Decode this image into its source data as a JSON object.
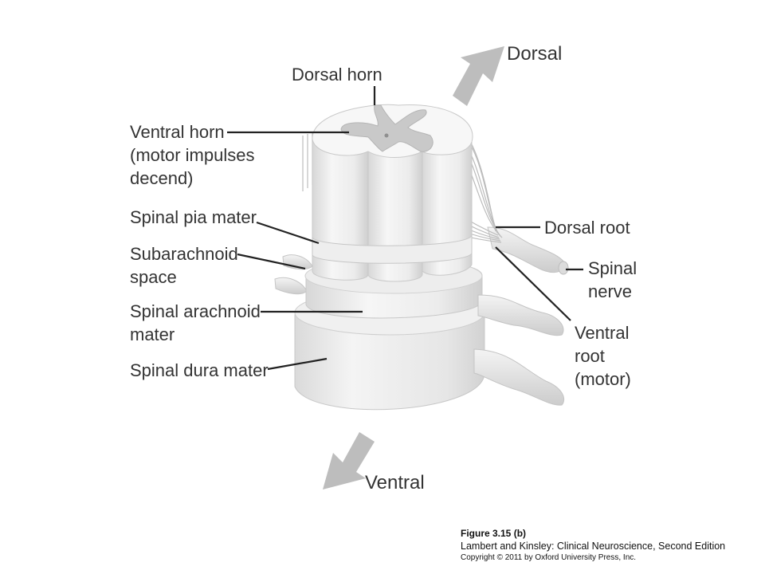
{
  "figure": {
    "labels": {
      "dorsal_direction": "Dorsal",
      "ventral_direction": "Ventral",
      "dorsal_horn": "Dorsal horn",
      "ventral_horn": [
        "Ventral horn",
        "(motor impulses",
        "decend)"
      ],
      "spinal_pia_mater": "Spinal pia mater",
      "subarachnoid_space": [
        "Subarachnoid",
        "space"
      ],
      "spinal_arachnoid_mater": [
        "Spinal arachnoid",
        "mater"
      ],
      "spinal_dura_mater": "Spinal dura mater",
      "dorsal_root": "Dorsal root",
      "spinal_nerve": [
        "Spinal",
        "nerve"
      ],
      "ventral_root": [
        "Ventral",
        "root",
        "(motor)"
      ]
    },
    "colors": {
      "arrow": "#bdbdbd",
      "leader_line": "#222222",
      "tissue_light": "#f2f2f2",
      "tissue_mid": "#e2e2e2",
      "tissue_shadow": "#cfcfcf",
      "grey_matter": "#c9c9c9"
    }
  },
  "caption": {
    "figure_number": "Figure 3.15 (b)",
    "book": "Lambert and Kinsley: Clinical Neuroscience, Second Edition",
    "copyright": "Copyright © 2011 by Oxford University Press, Inc."
  }
}
